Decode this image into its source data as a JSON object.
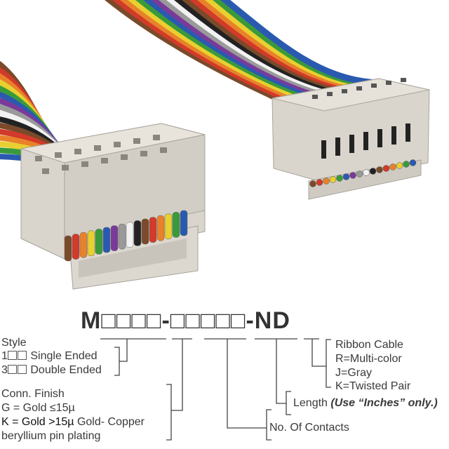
{
  "part_number": "M□□□□-□□□□□-ND",
  "ribbon_colors": [
    "#7a4a2a",
    "#d23a2a",
    "#e8822a",
    "#e8d030",
    "#3a9a3a",
    "#2a5ab0",
    "#7a3a9a",
    "#9a9a9a",
    "#f2f2f2",
    "#222222"
  ],
  "connector_color": "#d9d5cd",
  "style": {
    "title": "Style",
    "single_prefix": "1",
    "single_label": "Single Ended",
    "double_prefix": "3",
    "double_label": "Double Ended"
  },
  "finish": {
    "title": "Conn. Finish",
    "g_line": "G = Gold ≤15µ",
    "k_line_bold": "K = Gold >15µ",
    "k_line_rest": " Gold- Copper",
    "k_line2": "beryllium pin plating"
  },
  "contacts": {
    "label": "No. Of Contacts"
  },
  "length": {
    "label": "Length ",
    "note": "(Use “Inches” only.)"
  },
  "cable": {
    "title": "Ribbon Cable",
    "options": [
      "R=Multi-color",
      "J=Gray",
      "K=Twisted Pair"
    ]
  }
}
